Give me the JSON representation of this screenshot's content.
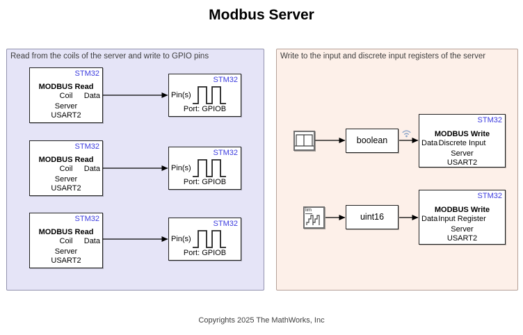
{
  "title": "Modbus Server",
  "footer": "Copyrights 2025 The MathWorks, Inc",
  "colors": {
    "left_panel_bg": "#e5e4f7",
    "left_panel_border": "#9191ad",
    "right_panel_bg": "#fdf0e9",
    "right_panel_border": "#b5a097",
    "stm32_tag_blue": "#3a3ade",
    "block_border": "#1f1f1f",
    "wire": "#000000",
    "logging_badge_blue": "#8ba5c9"
  },
  "left_panel": {
    "label": "Read from the coils of the server and write to GPIO pins",
    "rows": [
      {
        "read": {
          "tag": "STM32",
          "name": "MODBUS Read",
          "mode": "Coil",
          "out_port": "Data",
          "line3": "Server",
          "line4": "USART2"
        },
        "gpio": {
          "tag": "STM32",
          "in_port": "Pin(s)",
          "caption": "Port: GPIOB",
          "icon": "square-wave-icon"
        }
      },
      {
        "read": {
          "tag": "STM32",
          "name": "MODBUS Read",
          "mode": "Coil",
          "out_port": "Data",
          "line3": "Server",
          "line4": "USART2"
        },
        "gpio": {
          "tag": "STM32",
          "in_port": "Pin(s)",
          "caption": "Port: GPIOB",
          "icon": "square-wave-icon"
        }
      },
      {
        "read": {
          "tag": "STM32",
          "name": "MODBUS Read",
          "mode": "Coil",
          "out_port": "Data",
          "line3": "Server",
          "line4": "USART2"
        },
        "gpio": {
          "tag": "STM32",
          "in_port": "Pin(s)",
          "caption": "Port: GPIOB",
          "icon": "square-wave-icon"
        }
      }
    ]
  },
  "right_panel": {
    "label": "Write to the input and discrete input registers of the server",
    "rows": [
      {
        "source": {
          "icon": "pulse-generator-icon",
          "label": ""
        },
        "convert": {
          "label": "boolean"
        },
        "badge": {
          "icon": "wireless-logging-icon"
        },
        "write": {
          "tag": "STM32",
          "name": "MODBUS Write",
          "mode": "Discrete Input",
          "in_port": "Data",
          "line3": "Server",
          "line4": "USART2"
        }
      },
      {
        "source": {
          "icon": "counter-limited-icon",
          "label": "lim"
        },
        "convert": {
          "label": "uint16"
        },
        "write": {
          "tag": "STM32",
          "name": "MODBUS Write",
          "mode": "Input Register",
          "in_port": "Data",
          "line3": "Server",
          "line4": "USART2"
        }
      }
    ]
  }
}
